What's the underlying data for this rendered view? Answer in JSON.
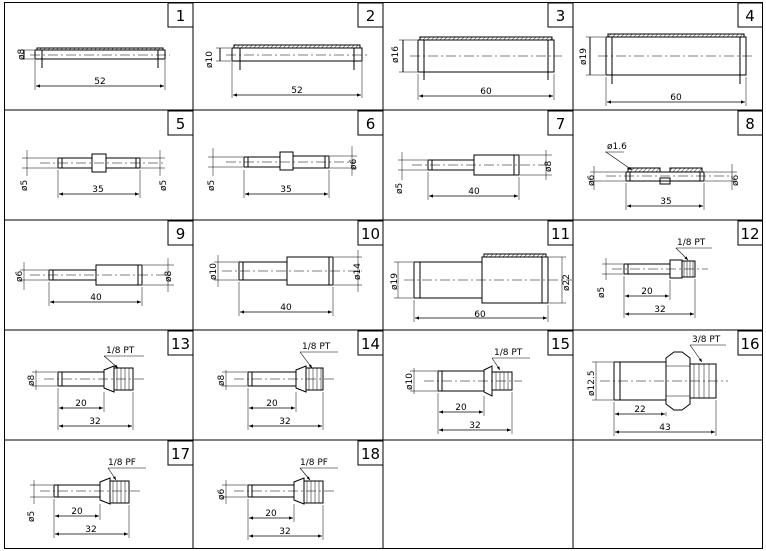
{
  "cells": [
    {
      "num": "1",
      "parts": [
        {
          "label": "ø8",
          "bind": "dia"
        },
        {
          "label": "52",
          "bind": "len"
        }
      ]
    },
    {
      "num": "2",
      "parts": [
        {
          "label": "ø10"
        },
        {
          "label": "52"
        }
      ]
    },
    {
      "num": "3",
      "parts": [
        {
          "label": "ø16"
        },
        {
          "label": "60"
        }
      ]
    },
    {
      "num": "4",
      "parts": [
        {
          "label": "ø19"
        },
        {
          "label": "60"
        }
      ]
    },
    {
      "num": "5",
      "parts": [
        {
          "label": "ø5"
        },
        {
          "label": "35"
        },
        {
          "label": "ø5"
        }
      ]
    },
    {
      "num": "6",
      "parts": [
        {
          "label": "ø5"
        },
        {
          "label": "35"
        },
        {
          "label": "ø6"
        }
      ]
    },
    {
      "num": "7",
      "parts": [
        {
          "label": "ø5"
        },
        {
          "label": "40"
        },
        {
          "label": "ø8"
        }
      ]
    },
    {
      "num": "8",
      "parts": [
        {
          "label": "ø1.6"
        },
        {
          "label": "ø6"
        },
        {
          "label": "35"
        },
        {
          "label": "ø6"
        }
      ]
    },
    {
      "num": "9",
      "parts": [
        {
          "label": "ø6"
        },
        {
          "label": "40"
        },
        {
          "label": "ø8"
        }
      ]
    },
    {
      "num": "10",
      "parts": [
        {
          "label": "ø10"
        },
        {
          "label": "40"
        },
        {
          "label": "ø14"
        }
      ]
    },
    {
      "num": "11",
      "parts": [
        {
          "label": "ø19"
        },
        {
          "label": "60"
        },
        {
          "label": "ø22"
        }
      ]
    },
    {
      "num": "12",
      "parts": [
        {
          "label": "1/8 PT"
        },
        {
          "label": "ø5"
        },
        {
          "label": "20"
        },
        {
          "label": "32"
        }
      ]
    },
    {
      "num": "13",
      "parts": [
        {
          "label": "1/8 PT"
        },
        {
          "label": "ø8"
        },
        {
          "label": "20"
        },
        {
          "label": "32"
        }
      ]
    },
    {
      "num": "14",
      "parts": [
        {
          "label": "1/8 PT"
        },
        {
          "label": "ø8"
        },
        {
          "label": "20"
        },
        {
          "label": "32"
        }
      ]
    },
    {
      "num": "15",
      "parts": [
        {
          "label": "1/8 PT"
        },
        {
          "label": "ø10"
        },
        {
          "label": "20"
        },
        {
          "label": "32"
        }
      ]
    },
    {
      "num": "16",
      "parts": [
        {
          "label": "3/8 PT"
        },
        {
          "label": "ø12.5"
        },
        {
          "label": "22"
        },
        {
          "label": "43"
        }
      ]
    },
    {
      "num": "17",
      "parts": [
        {
          "label": "1/8 PF"
        },
        {
          "label": "ø5"
        },
        {
          "label": "20"
        },
        {
          "label": "32"
        }
      ]
    },
    {
      "num": "18",
      "parts": [
        {
          "label": "1/8 PF"
        },
        {
          "label": "ø6"
        },
        {
          "label": "20"
        },
        {
          "label": "32"
        }
      ]
    }
  ]
}
